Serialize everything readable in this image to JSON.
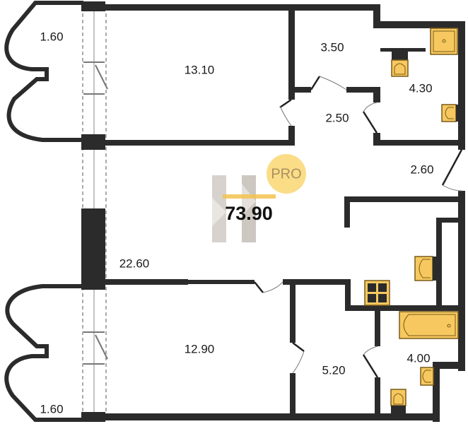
{
  "total_area": "73.90",
  "badge": "PRO",
  "colors": {
    "wall": "#2b2b2b",
    "fixture": "#f6c85f",
    "accent": "#f3c24f"
  },
  "rooms": [
    {
      "name": "balcony-top",
      "area": "1.60"
    },
    {
      "name": "bedroom-top",
      "area": "13.10"
    },
    {
      "name": "storage",
      "area": "3.50"
    },
    {
      "name": "bathroom-top",
      "area": "4.30"
    },
    {
      "name": "corridor",
      "area": "2.50"
    },
    {
      "name": "hall",
      "area": "2.60"
    },
    {
      "name": "living-kitchen",
      "area": "22.60"
    },
    {
      "name": "bedroom-bottom",
      "area": "12.90"
    },
    {
      "name": "wardrobe",
      "area": "5.20"
    },
    {
      "name": "bathroom-bottom",
      "area": "4.00"
    },
    {
      "name": "balcony-bottom",
      "area": "1.60"
    }
  ]
}
